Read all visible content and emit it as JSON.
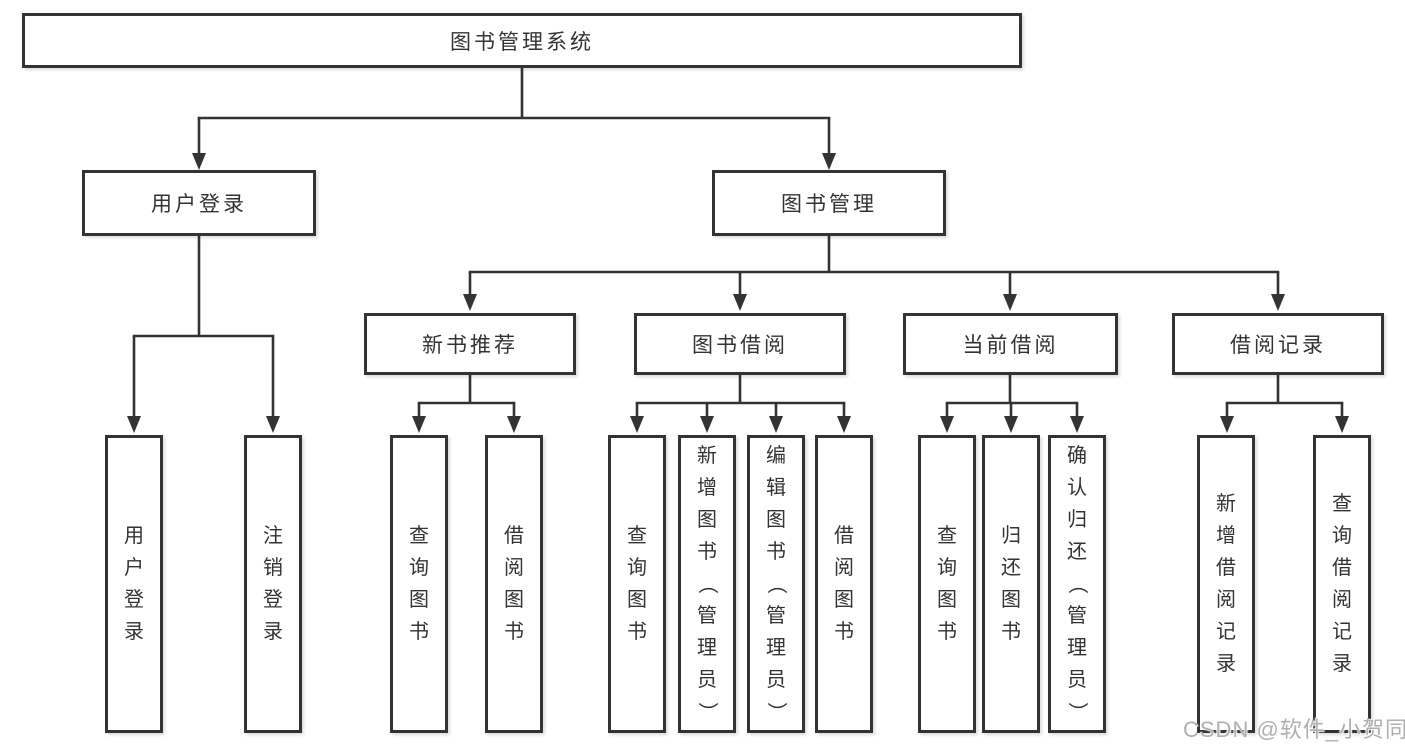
{
  "colors": {
    "line": "#333333",
    "text": "#333333",
    "box_background": "#ffffff",
    "watermark": "#b0b0b0"
  },
  "watermark": "CSDN @软件_小贺同学",
  "tree": {
    "root": "图书管理系统",
    "level2": {
      "user_login": "用户登录",
      "book_management": "图书管理"
    },
    "level3": {
      "new_books": "新书推荐",
      "book_borrow": "图书借阅",
      "current_borrow": "当前借阅",
      "borrow_records": "借阅记录"
    },
    "leaves": {
      "user_login_1": "用户登录",
      "user_login_2": "注销登录",
      "new_books_1": "查询图书",
      "new_books_2": "借阅图书",
      "book_borrow_1": "查询图书",
      "book_borrow_2": "新增图书（管理员）",
      "book_borrow_3": "编辑图书（管理员）",
      "book_borrow_4": "借阅图书",
      "current_borrow_1": "查询图书",
      "current_borrow_2": "归还图书",
      "current_borrow_3": "确认归还（管理员）",
      "borrow_records_1": "新增借阅记录",
      "borrow_records_2": "查询借阅记录"
    }
  }
}
